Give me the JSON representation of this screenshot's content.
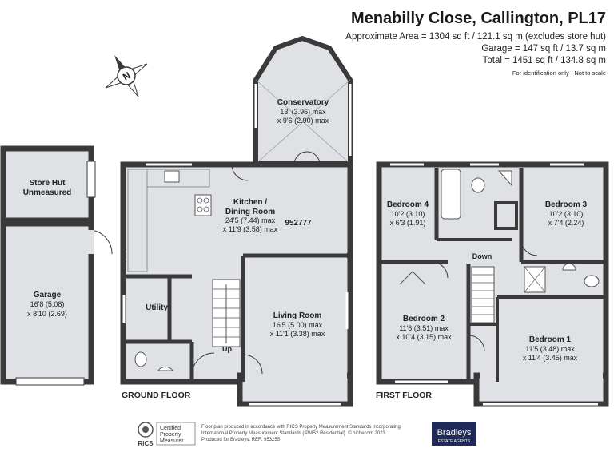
{
  "header": {
    "title": "Menabilly Close, Callington, PL17",
    "approx_area": "Approximate Area = 1304 sq ft / 121.1 sq m (excludes store hut)",
    "garage_area": "Garage = 147 sq ft / 13.7 sq m",
    "total_area": "Total = 1451 sq ft / 134.8 sq m",
    "identification": "For identification only - Not to scale"
  },
  "compass": {
    "label": "N"
  },
  "floors": {
    "ground": "GROUND FLOOR",
    "first": "FIRST FLOOR"
  },
  "rooms": {
    "store_hut": {
      "name_1": "Store Hut",
      "name_2": "Unmeasured"
    },
    "garage": {
      "name": "Garage",
      "dim_1": "16'8 (5.08)",
      "dim_2": "x 8'10 (2.69)"
    },
    "conservatory": {
      "name": "Conservatory",
      "dim_1": "13' (3.96) max",
      "dim_2": "x 9'6 (2.90) max"
    },
    "kitchen": {
      "name_1": "Kitchen /",
      "name_2": "Dining Room",
      "dim_1": "24'5 (7.44) max",
      "dim_2": "x 11'9 (3.58) max"
    },
    "utility": {
      "name": "Utility"
    },
    "living": {
      "name": "Living Room",
      "dim_1": "16'5 (5.00) max",
      "dim_2": "x 11'1 (3.38) max"
    },
    "bedroom4": {
      "name": "Bedroom 4",
      "dim_1": "10'2 (3.10)",
      "dim_2": "x 6'3 (1.91)"
    },
    "bedroom3": {
      "name": "Bedroom 3",
      "dim_1": "10'2 (3.10)",
      "dim_2": "x 7'4 (2.24)"
    },
    "bedroom2": {
      "name": "Bedroom 2",
      "dim_1": "11'6 (3.51) max",
      "dim_2": "x 10'4 (3.15) max"
    },
    "bedroom1": {
      "name": "Bedroom 1",
      "dim_1": "11'5 (3.48) max",
      "dim_2": "x 11'4 (3.45) max"
    }
  },
  "stairs": {
    "up": "Up",
    "down": "Down"
  },
  "reference_code": "952777",
  "footer": {
    "rics_brand": "RICS",
    "badge_1": "Certified",
    "badge_2": "Property",
    "badge_3": "Measurer",
    "note_1": "Floor plan produced in accordance with RICS Property Measurement Standards incorporating",
    "note_2": "International Property Measurement Standards (IPMS2 Residential). © nichecom 2023.",
    "note_3": "Produced for Bradleys.   REF: 953255",
    "agent_name": "Bradleys",
    "agent_sub": "ESTATE AGENTS"
  },
  "colors": {
    "wall": "#3a3a3a",
    "floor": "#dfe1e4",
    "window": "#ffffff",
    "agent_bg": "#1f2a57"
  }
}
